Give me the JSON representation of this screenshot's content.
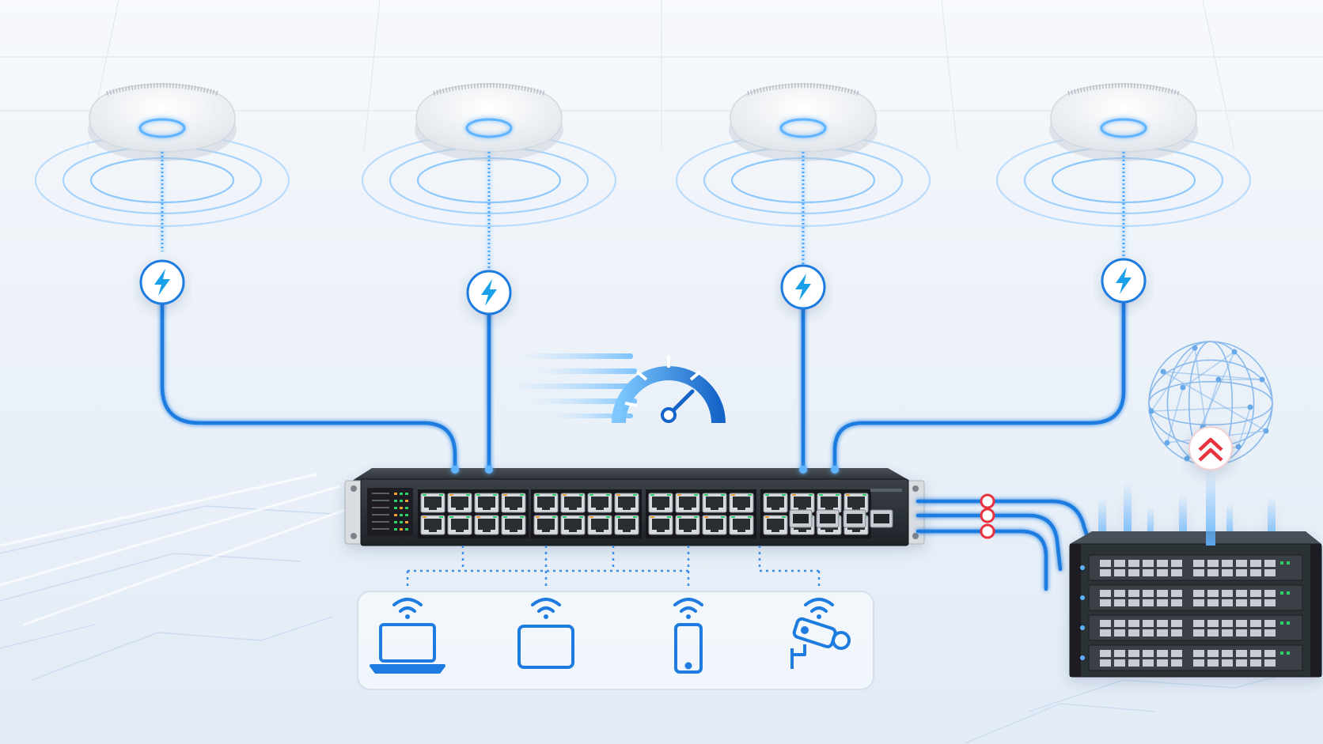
{
  "colors": {
    "background_top": "#f6f8fb",
    "background_bottom": "#e3ecf7",
    "cable_blue": "#1e7be0",
    "glow_blue": "#5fb3ff",
    "accent_red": "#e8323c",
    "switch_body": "#2b3036",
    "port_green": "#2fd06a",
    "port_orange": "#f0a030",
    "device_icon": "#1e7be0"
  },
  "access_points": [
    {
      "id": "ap-1",
      "icon": "ceiling-access-point-icon",
      "power_icon": "lightning-bolt-icon"
    },
    {
      "id": "ap-2",
      "icon": "ceiling-access-point-icon",
      "power_icon": "lightning-bolt-icon"
    },
    {
      "id": "ap-3",
      "icon": "ceiling-access-point-icon",
      "power_icon": "lightning-bolt-icon"
    },
    {
      "id": "ap-4",
      "icon": "ceiling-access-point-icon",
      "power_icon": "lightning-bolt-icon"
    }
  ],
  "switch": {
    "icon": "poe-switch-icon",
    "rj45_ports": 32,
    "uplink_ports": 4
  },
  "speed_indicator": {
    "icon": "speedometer-icon"
  },
  "core_chassis": {
    "icon": "core-switch-chassis-icon",
    "line_cards": 4
  },
  "cloud": {
    "icon": "globe-network-icon",
    "badge_icon": "double-chevron-up-icon"
  },
  "uplink_links": [
    {
      "id": "uplink-1",
      "icon": "link-ring-icon"
    },
    {
      "id": "uplink-2",
      "icon": "link-ring-icon"
    },
    {
      "id": "uplink-3",
      "icon": "link-ring-icon"
    }
  ],
  "client_devices": [
    {
      "id": "laptop",
      "icon": "laptop-icon",
      "signal_icon": "wifi-icon"
    },
    {
      "id": "tablet",
      "icon": "tablet-icon",
      "signal_icon": "wifi-icon"
    },
    {
      "id": "phone",
      "icon": "smartphone-icon",
      "signal_icon": "wifi-icon"
    },
    {
      "id": "camera",
      "icon": "security-camera-icon",
      "signal_icon": "wifi-icon"
    }
  ]
}
